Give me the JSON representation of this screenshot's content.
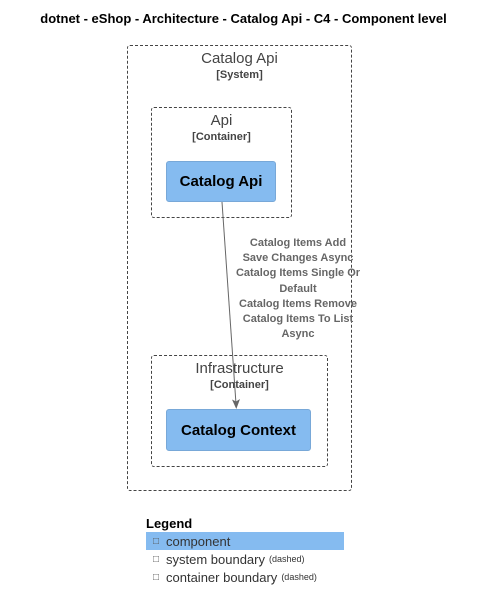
{
  "title": "dotnet - eShop - Architecture - Catalog Api - C4 - Component level",
  "system_boundary": {
    "name": "Catalog Api",
    "type": "[System]"
  },
  "api_container": {
    "name": "Api",
    "type": "[Container]",
    "component": "Catalog Api"
  },
  "infrastructure_container": {
    "name": "Infrastructure",
    "type": "[Container]",
    "component": "Catalog Context"
  },
  "relationship": {
    "lines": [
      "Catalog Items Add",
      "Save Changes Async",
      "Catalog Items Single Or",
      "Default",
      "Catalog Items Remove",
      "Catalog Items To List",
      "Async"
    ]
  },
  "legend": {
    "title": "Legend",
    "items": [
      {
        "label": "component",
        "note": "",
        "icon": "square-icon"
      },
      {
        "label": "system boundary",
        "note": "(dashed)",
        "icon": "square-icon"
      },
      {
        "label": "container boundary",
        "note": "(dashed)",
        "icon": "square-icon"
      }
    ]
  },
  "colors": {
    "component_fill": "#85bbf0",
    "boundary_stroke": "#444444",
    "relationship": "#666666"
  }
}
